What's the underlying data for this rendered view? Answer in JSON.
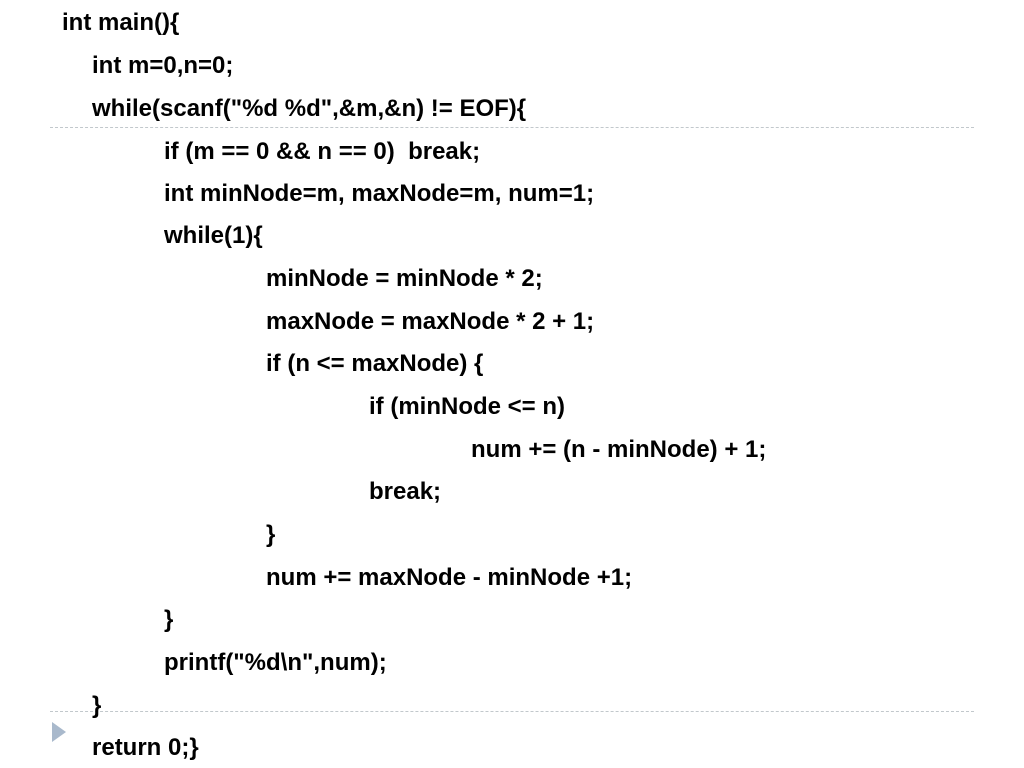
{
  "code": {
    "lines": [
      "int main(){",
      "int m=0,n=0;",
      "while(scanf(\"%d %d\",&m,&n) != EOF){",
      "if (m == 0 && n == 0)  break;",
      "int minNode=m, maxNode=m, num=1;",
      "while(1){",
      "minNode = minNode * 2;",
      "maxNode = maxNode * 2 + 1;",
      "if (n <= maxNode) {",
      "if (minNode <= n)",
      "num += (n - minNode) + 1;",
      "break;",
      "}",
      "num += maxNode - minNode +1;",
      "}",
      "printf(\"%d\\n\",num);",
      "}",
      "return 0;}"
    ]
  },
  "colors": {
    "text": "#000000",
    "divider": "#c2c8cc",
    "bullet": "#a9b9cc"
  },
  "icons": {
    "bullet": "triangle-bullet-icon"
  }
}
